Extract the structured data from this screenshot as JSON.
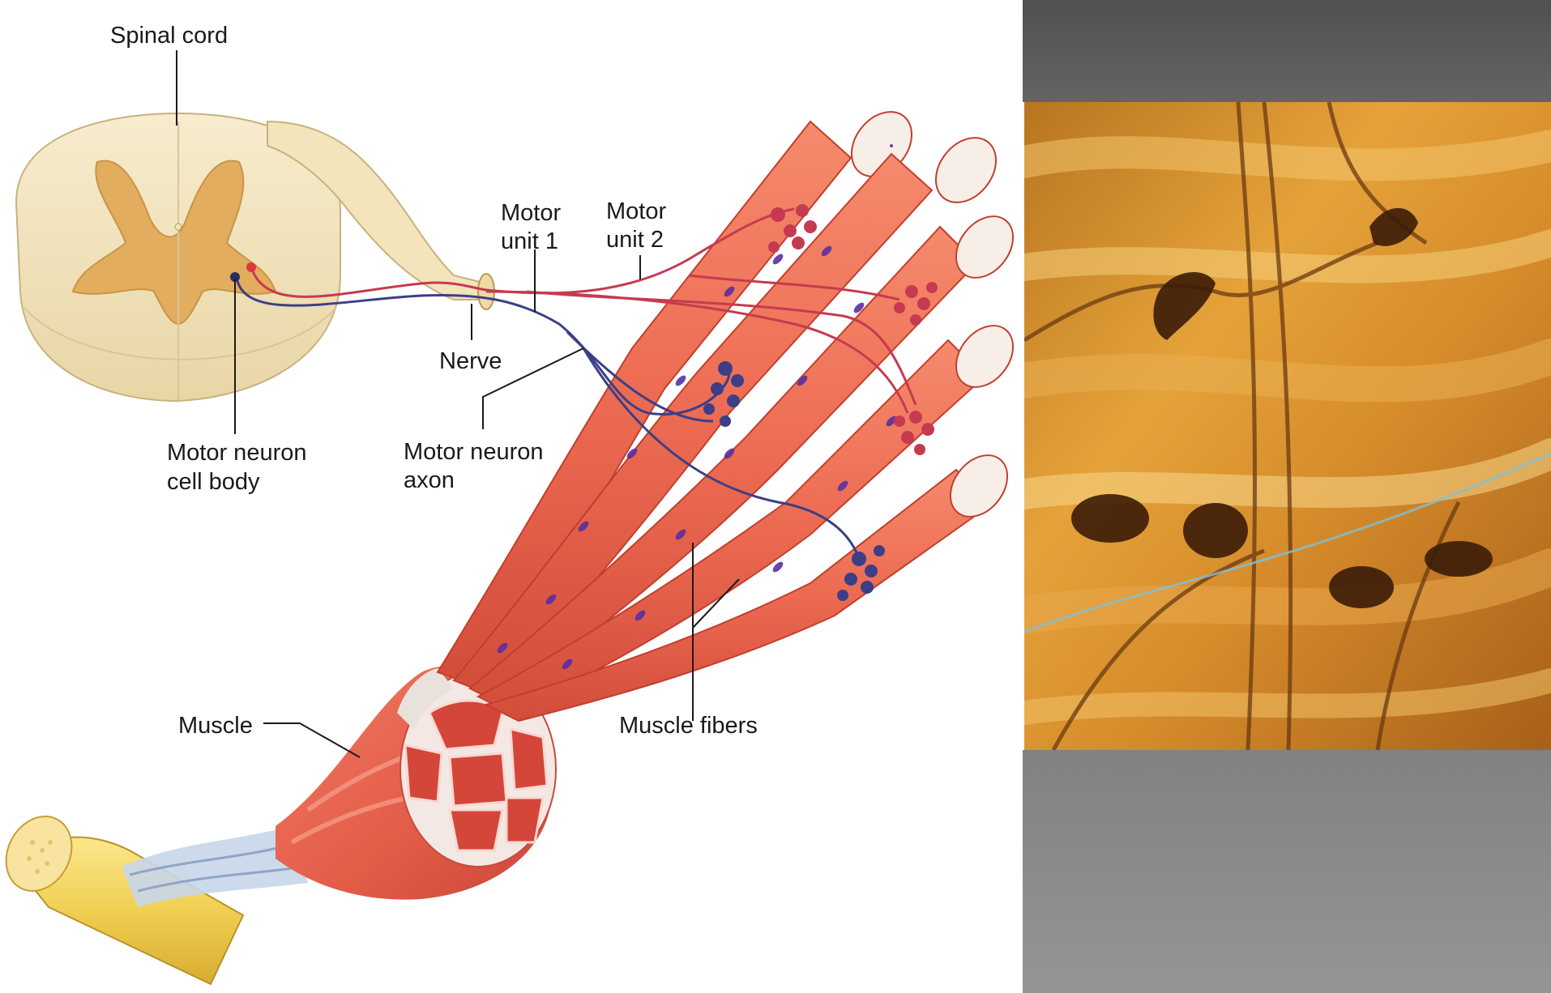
{
  "diagram": {
    "labels": {
      "spinal_cord": "Spinal cord",
      "motor_unit_1": [
        "Motor",
        "unit 1"
      ],
      "motor_unit_2": [
        "Motor",
        "unit 2"
      ],
      "nerve": "Nerve",
      "motor_neuron_cell_body": [
        "Motor neuron",
        "cell body"
      ],
      "motor_neuron_axon": [
        "Motor neuron",
        "axon"
      ],
      "muscle": "Muscle",
      "muscle_fibers": "Muscle fibers"
    }
  },
  "colors": {
    "diagram_background": "#ffffff",
    "side_panel_top": "#585858",
    "side_panel_bottom": "#8a8a8a",
    "spinal_cord_white_matter": "#f3e6c2",
    "spinal_cord_gray_matter": "#e0ac5c",
    "muscle_fiber": "#ec6a52",
    "nucleus": "#7a3aa8",
    "motor_unit_1_axon": "#3c3f86",
    "motor_unit_2_axon": "#c63a50",
    "tendon": "#f0d060",
    "micrograph_base": "#d98a28"
  }
}
